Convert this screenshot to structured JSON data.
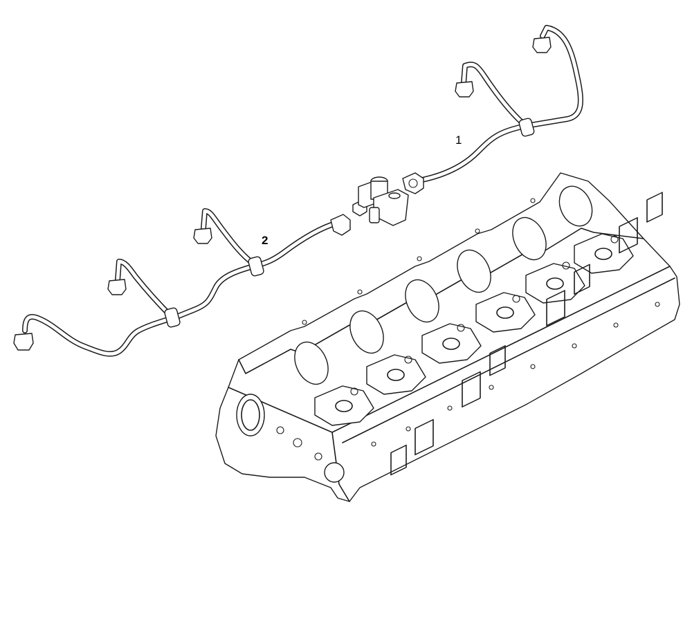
{
  "callouts": [
    {
      "id": "1",
      "label": "1"
    },
    {
      "id": "2",
      "label": "2"
    }
  ],
  "parts": {
    "injection_line_1": "1",
    "injection_line_2": "2"
  }
}
